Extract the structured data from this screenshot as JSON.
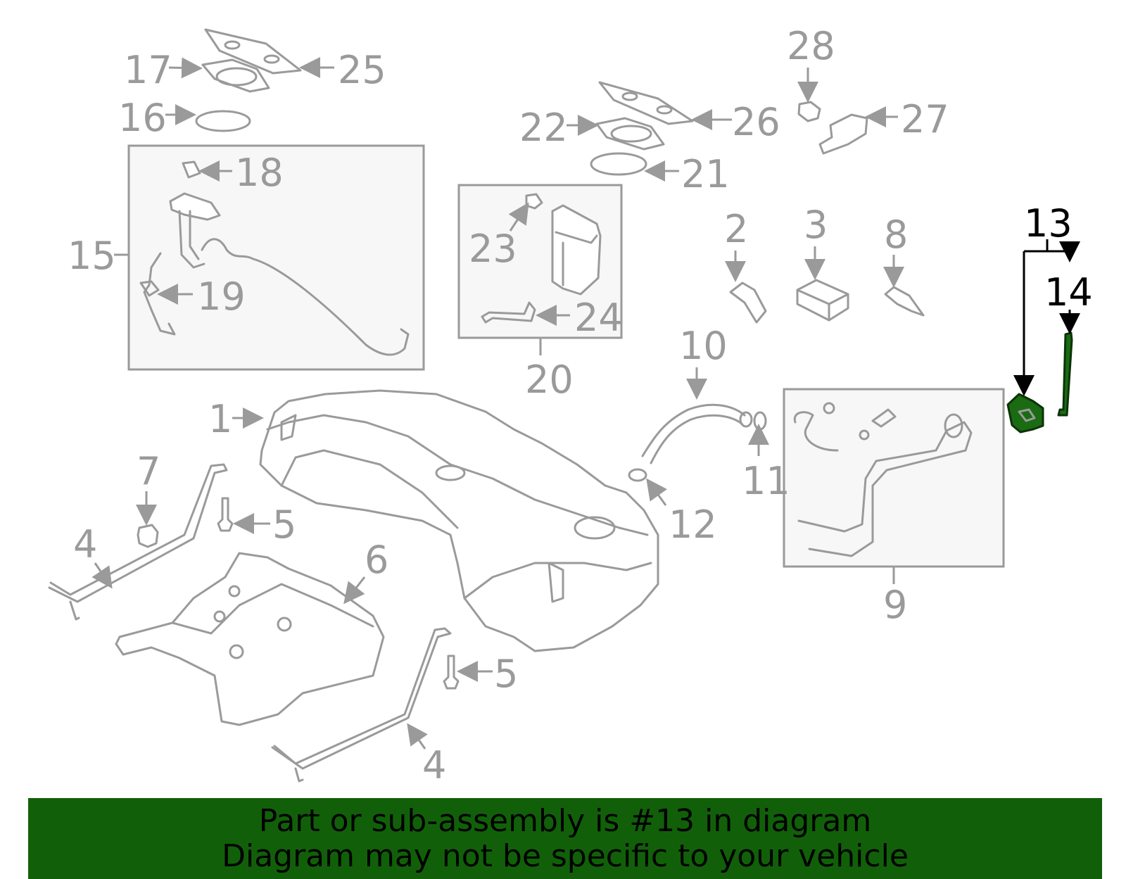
{
  "diagram": {
    "callouts": {
      "c1": "1",
      "c2": "2",
      "c3": "3",
      "c4a": "4",
      "c4b": "4",
      "c5a": "5",
      "c5b": "5",
      "c6": "6",
      "c7": "7",
      "c8": "8",
      "c9": "9",
      "c10": "10",
      "c11": "11",
      "c12": "12",
      "c13": "13",
      "c14": "14",
      "c15": "15",
      "c16": "16",
      "c17": "17",
      "c18": "18",
      "c19": "19",
      "c20": "20",
      "c21": "21",
      "c22": "22",
      "c23": "23",
      "c24": "24",
      "c25": "25",
      "c26": "26",
      "c27": "27",
      "c28": "28"
    },
    "highlight_color": "#1a6b12",
    "line_color": "#9a9a9a"
  },
  "banner": {
    "line1": "Part or sub-assembly is #13 in diagram",
    "line2": "Diagram may not be specific to your vehicle",
    "background": "#116009"
  }
}
